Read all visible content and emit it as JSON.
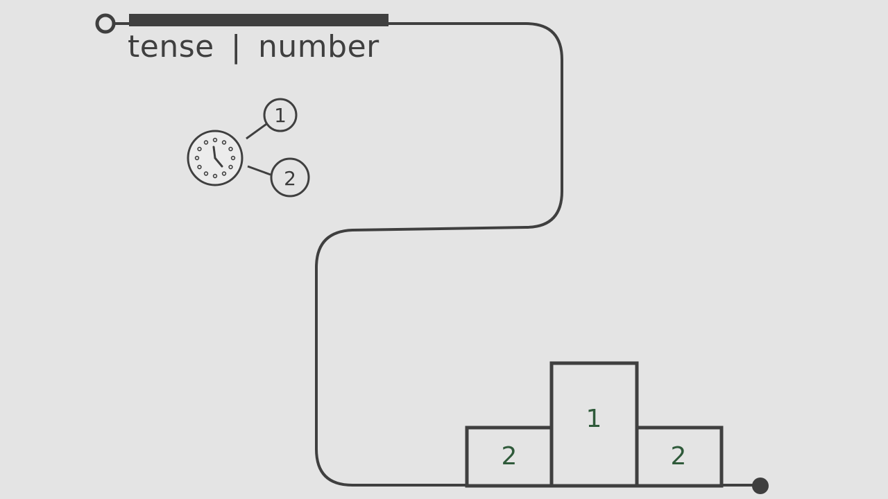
{
  "heading": {
    "word_a": "tense",
    "separator": "|",
    "word_b": "number"
  },
  "clock_callouts": [
    "1",
    "2"
  ],
  "podium": {
    "left": "2",
    "center": "1",
    "right": "2"
  },
  "colors": {
    "background": "#e4e4e4",
    "line": "#3f3f3f",
    "podium_text": "#2f5a3a"
  }
}
